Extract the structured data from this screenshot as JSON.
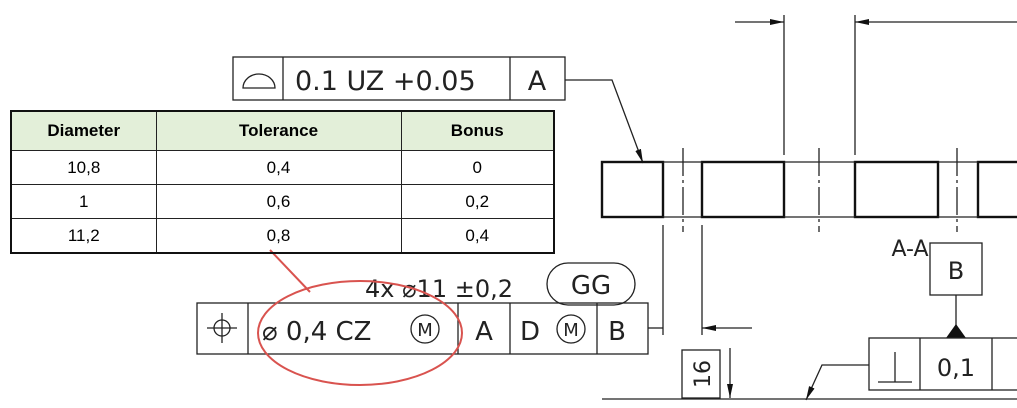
{
  "top_fcf": {
    "symbol": "profile-of-surface",
    "tolerance": "0.1 UZ +0.05",
    "datum": "A"
  },
  "table": {
    "headers": [
      "Diameter",
      "Tolerance",
      "Bonus"
    ],
    "rows": [
      [
        "10,8",
        "0,4",
        "0"
      ],
      [
        "1",
        "0,6",
        "0,2"
      ],
      [
        "11,2",
        "0,8",
        "0,4"
      ]
    ]
  },
  "hole_callout": {
    "text": "4x ⌀11 ±0,2",
    "tag": "GG"
  },
  "position_fcf": {
    "symbol": "position",
    "tolerance": "⌀ 0,4 CZ",
    "modifier": "M",
    "datum1": "A",
    "datum2": "D",
    "datum2_modifier": "M",
    "datum3": "B"
  },
  "section_label": "A-A",
  "datum_b": "B",
  "perp_fcf": {
    "symbol": "perpendicularity",
    "tolerance": "0,1"
  },
  "basic_dim": "16",
  "highlight_color": "#d9534f"
}
